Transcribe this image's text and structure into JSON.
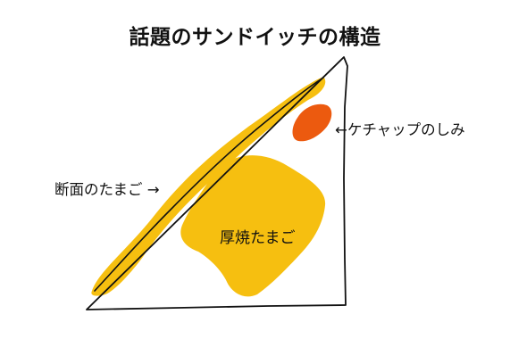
{
  "title": "話題のサンドイッチの構造",
  "labels": {
    "ketchup": {
      "text": "ケチャップのしみ",
      "arrow": "←"
    },
    "cross_section_egg": {
      "text": "断面のたまご",
      "arrow": "→"
    },
    "thick_omelette": {
      "text": "厚焼たまご"
    }
  },
  "colors": {
    "egg_yellow": "#F6BF10",
    "ketchup_red": "#EC5A0F",
    "outline": "#111111",
    "background": "#FFFFFF"
  }
}
